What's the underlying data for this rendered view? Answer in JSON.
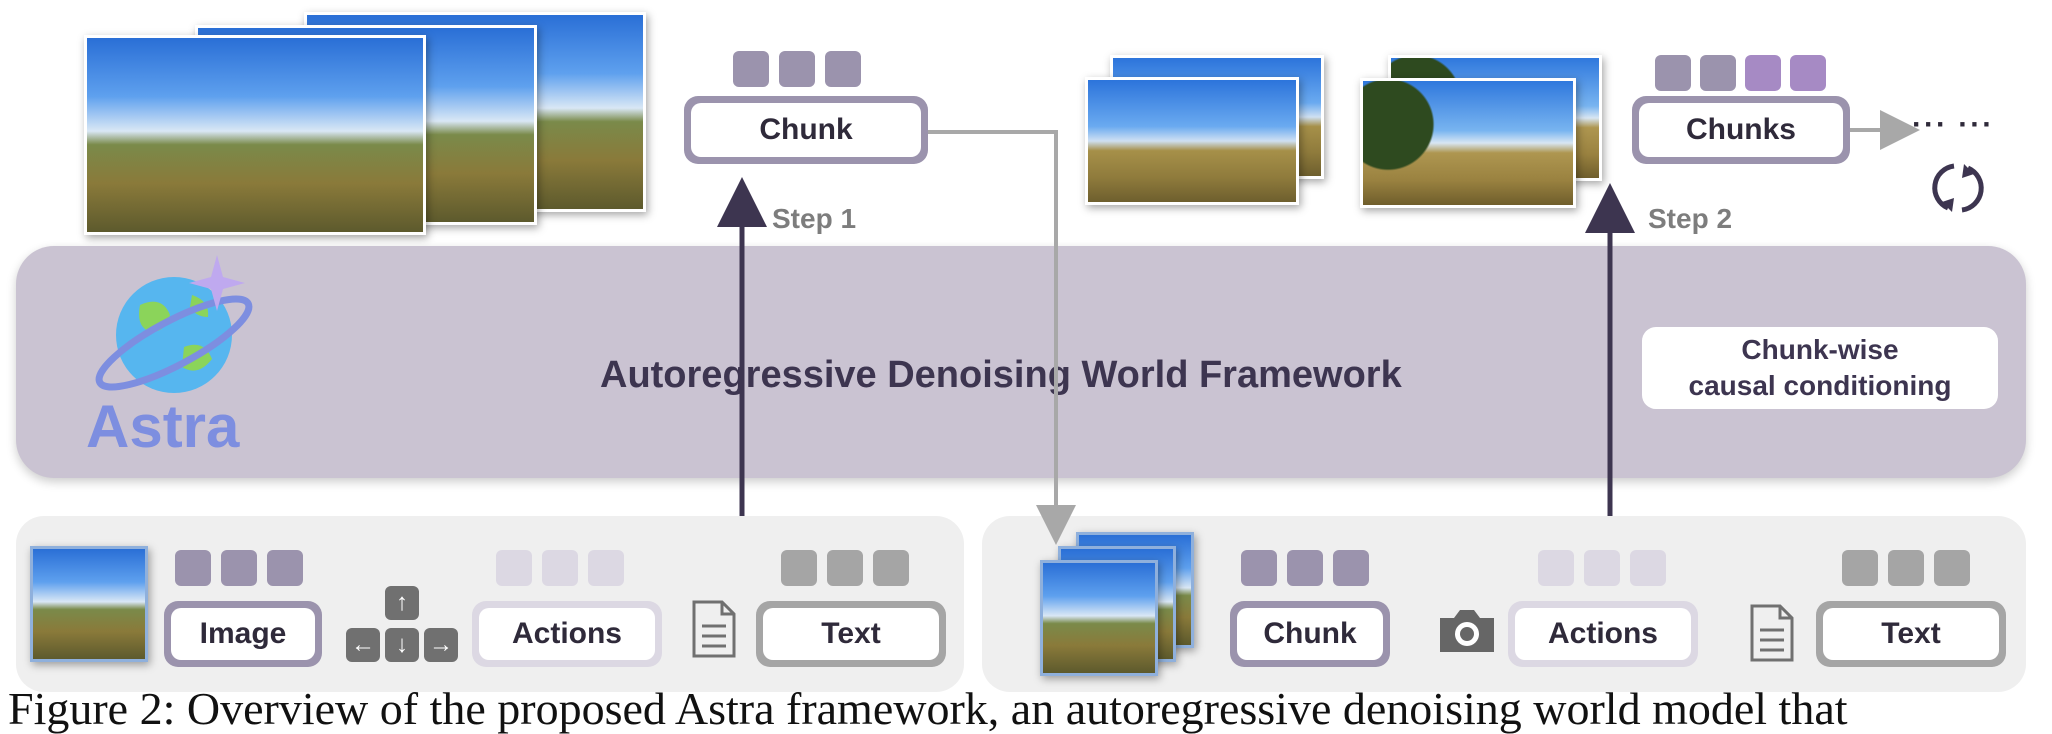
{
  "frameworkTitle": "Autoregressive Denoising World Framework",
  "logoText": "Astra",
  "conditioningText": [
    "Chunk-wise",
    "causal conditioning"
  ],
  "step1": "Step 1",
  "step2": "Step 2",
  "topChunk": "Chunk",
  "topChunks": "Chunks",
  "ellipsis": "··· ···",
  "bottomLeft": {
    "image": "Image",
    "actions": "Actions",
    "text": "Text"
  },
  "bottomRight": {
    "chunk": "Chunk",
    "actions": "Actions",
    "text": "Text"
  },
  "arrowKeys": {
    "up": "↑",
    "left": "←",
    "down": "↓",
    "right": "→"
  },
  "caption": "Figure 2: Overview of the proposed Astra framework, an autoregressive denoising world model that",
  "colors": {
    "band": "#cac3d2",
    "tokenDark": "#9b93ad",
    "tokenLight": "#dcd8e3",
    "tokenPurple": "#a68ac4",
    "logoBlue": "#7d8ee0",
    "titleText": "#3d3550"
  }
}
